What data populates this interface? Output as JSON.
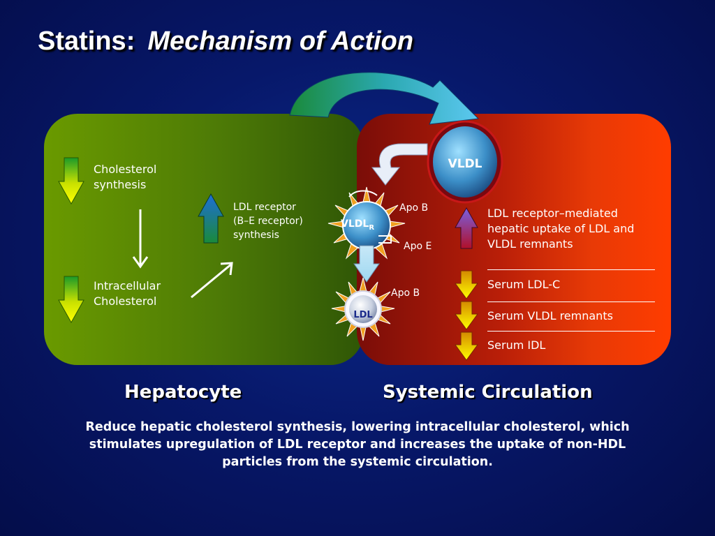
{
  "title": {
    "main": "Statins:",
    "sub": "Mechanism of Action"
  },
  "hepatocyte": {
    "cholesterol_synthesis": [
      "Cholesterol",
      "synthesis"
    ],
    "intracellular": [
      "Intracellular",
      "Cholesterol"
    ],
    "ldl_receptor": [
      "LDL receptor",
      "(B–E receptor)",
      "synthesis"
    ],
    "label": "Hepatocyte"
  },
  "particles": {
    "vldl": "VLDL",
    "vldl_r": "VLDL",
    "vldl_r_sub": "R",
    "ldl": "LDL",
    "apo_b_1": "Apo B",
    "apo_e": "Apo E",
    "apo_b_2": "Apo B"
  },
  "circulation": {
    "uptake": [
      "LDL receptor–mediated",
      "hepatic uptake of LDL and",
      "VLDL remnants"
    ],
    "serum_ldl": "Serum LDL-C",
    "serum_vldl": "Serum VLDL remnants",
    "serum_idl": "Serum IDL",
    "label": "Systemic Circulation"
  },
  "caption": [
    "Reduce hepatic cholesterol synthesis, lowering intracellular cholesterol, which",
    "stimulates upregulation of LDL receptor and increases the uptake of non-HDL",
    "particles from the systemic circulation."
  ],
  "colors": {
    "background": "#07186a",
    "hepatocyte_panel": "#4d7a06",
    "circulation_panel": "#d02a06",
    "down_arrow": "#e6e600",
    "up_arrow": "#1e6ed8"
  }
}
